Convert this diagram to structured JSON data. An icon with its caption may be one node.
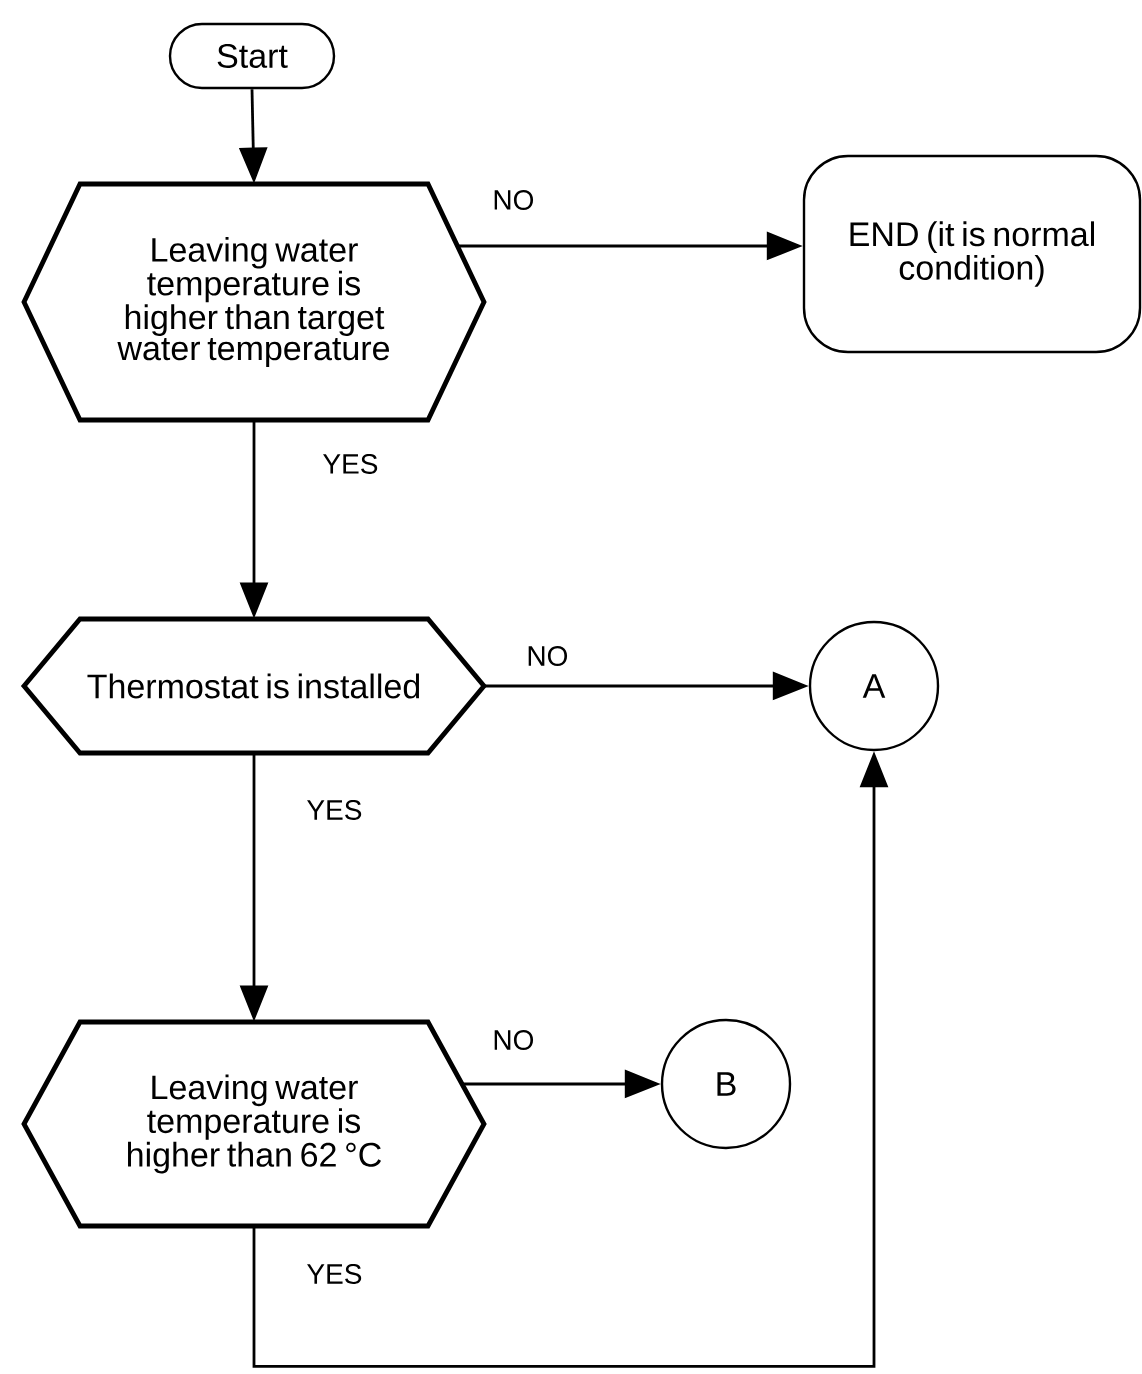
{
  "diagram": {
    "nodes": [
      {
        "text": [
          "Start"
        ]
      },
      {
        "text": [
          "Leaving water temperature is higher than target water temperature"
        ]
      },
      {
        "text": [
          "END (it is normal condition)"
        ]
      },
      {
        "text": [
          "Thermostat is installed"
        ]
      },
      {
        "text": [
          "A"
        ]
      },
      {
        "text": [
          "Leaving water temperature is higher than 62 °C"
        ]
      },
      {
        "text": [
          "B"
        ]
      }
    ],
    "edges": [
      {
        "from": 0,
        "to": 1,
        "arrow": "to"
      },
      {
        "from": 1,
        "to": 2,
        "arrow": "to",
        "label": "NO"
      },
      {
        "from": 1,
        "to": 3,
        "arrow": "to",
        "label": "YES"
      },
      {
        "from": 3,
        "to": 4,
        "arrow": "to",
        "label": "NO"
      },
      {
        "from": 3,
        "to": 5,
        "arrow": "to",
        "label": "YES"
      },
      {
        "from": 5,
        "to": 6,
        "arrow": "to",
        "label": "NO"
      },
      {
        "from": 5,
        "to": 4,
        "arrow": "to",
        "label": "YES"
      }
    ]
  }
}
